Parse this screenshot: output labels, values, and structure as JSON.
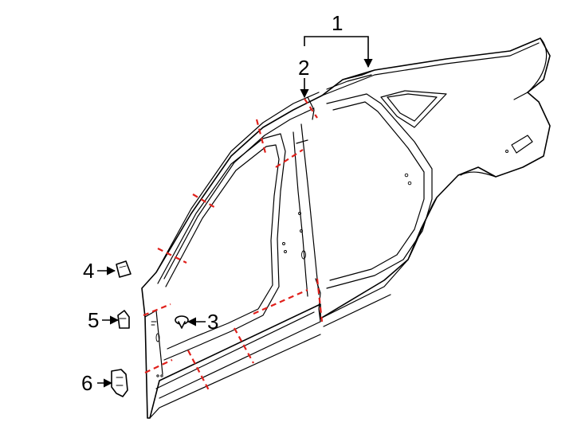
{
  "callouts": {
    "c1": "1",
    "c2": "2",
    "c3": "3",
    "c4": "4",
    "c5": "5",
    "c6": "6"
  },
  "colors": {
    "line": "#000000",
    "cut_line": "#e0201b",
    "background": "#ffffff"
  }
}
